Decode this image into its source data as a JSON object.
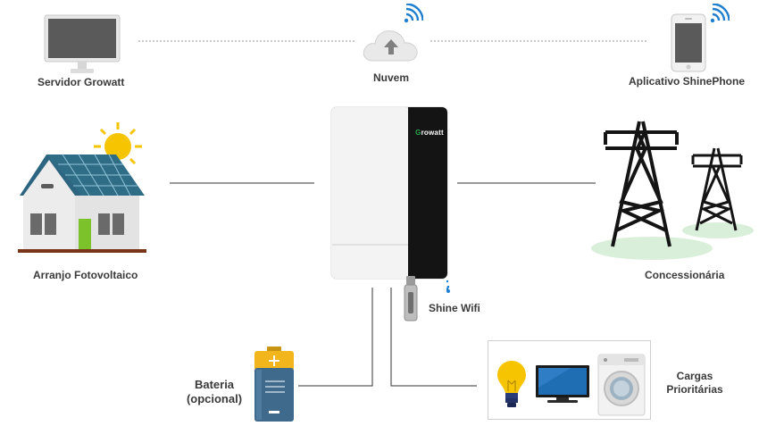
{
  "labels": {
    "server": "Servidor Growatt",
    "cloud": "Nuvem",
    "app": "Aplicativo ShinePhone",
    "pv": "Arranjo Fotovoltaico",
    "utility": "Concessionária",
    "shine_wifi": "Shine Wifi",
    "battery_line1": "Bateria",
    "battery_line2": "(opcional)",
    "loads_line1": "Cargas",
    "loads_line2": "Prioritárias"
  },
  "inverter": {
    "brand": "Growatt"
  },
  "colors": {
    "wifi": "#1e7fd0",
    "inverter_panel": "#141414",
    "brand_green": "#2aa84a",
    "solar_panel": "#2f6d86",
    "sun": "#f6c400",
    "battery_top": "#f2b51c",
    "battery_body": "#3f6a8b",
    "grass": "#d9efd9",
    "line": "#333333"
  },
  "icons": {
    "server": "monitor-icon",
    "cloud": "cloud-upload-icon",
    "app": "smartphone-icon",
    "wifi": "wifi-signal-icon",
    "pv": "house-with-solar-panels-icon",
    "utility": "power-transmission-tower-icon",
    "shine_wifi": "usb-wifi-dongle-icon",
    "battery": "battery-icon",
    "loads": [
      "light-bulb-icon",
      "television-icon",
      "washing-machine-icon"
    ]
  }
}
